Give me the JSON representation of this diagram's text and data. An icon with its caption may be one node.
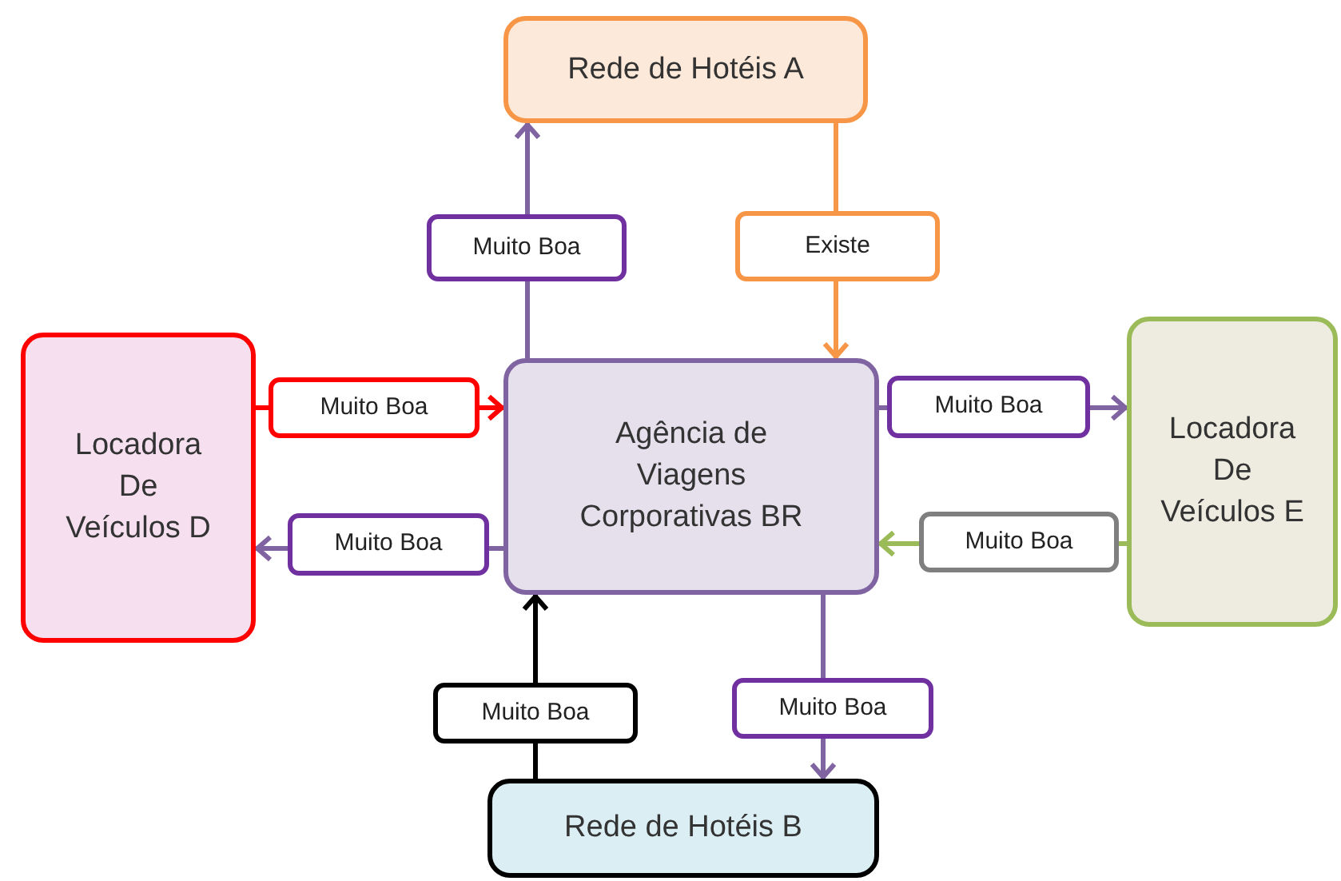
{
  "diagram": {
    "nodes": [
      {
        "text": [
          "Rede de Hotéis A"
        ]
      },
      {
        "text": [
          "Locadora De Veículos D"
        ]
      },
      {
        "text": [
          "Agência de Viagens Corporativas BR"
        ]
      },
      {
        "text": [
          "Locadora De Veículos E"
        ]
      },
      {
        "text": [
          "Rede de Hotéis B"
        ]
      }
    ],
    "edges": [
      {
        "from": 2,
        "to": 0,
        "arrow": "to",
        "label": "Muito Boa"
      },
      {
        "from": 0,
        "to": 2,
        "arrow": "to",
        "label": "Existe",
        "color": "#f79646"
      },
      {
        "from": 1,
        "to": 2,
        "arrow": "to",
        "label": "Muito Boa",
        "color": "#ff0000"
      },
      {
        "from": 2,
        "to": 1,
        "arrow": "to",
        "label": "Muito Boa"
      },
      {
        "from": 2,
        "to": 3,
        "arrow": "to",
        "label": "Muito Boa"
      },
      {
        "from": 3,
        "to": 2,
        "arrow": "to",
        "label": "Muito Boa",
        "color": "#9bbb59"
      },
      {
        "from": 4,
        "to": 2,
        "arrow": "to",
        "label": "Muito Boa",
        "color": "#000000"
      },
      {
        "from": 2,
        "to": 4,
        "arrow": "to",
        "label": "Muito Boa"
      }
    ]
  }
}
